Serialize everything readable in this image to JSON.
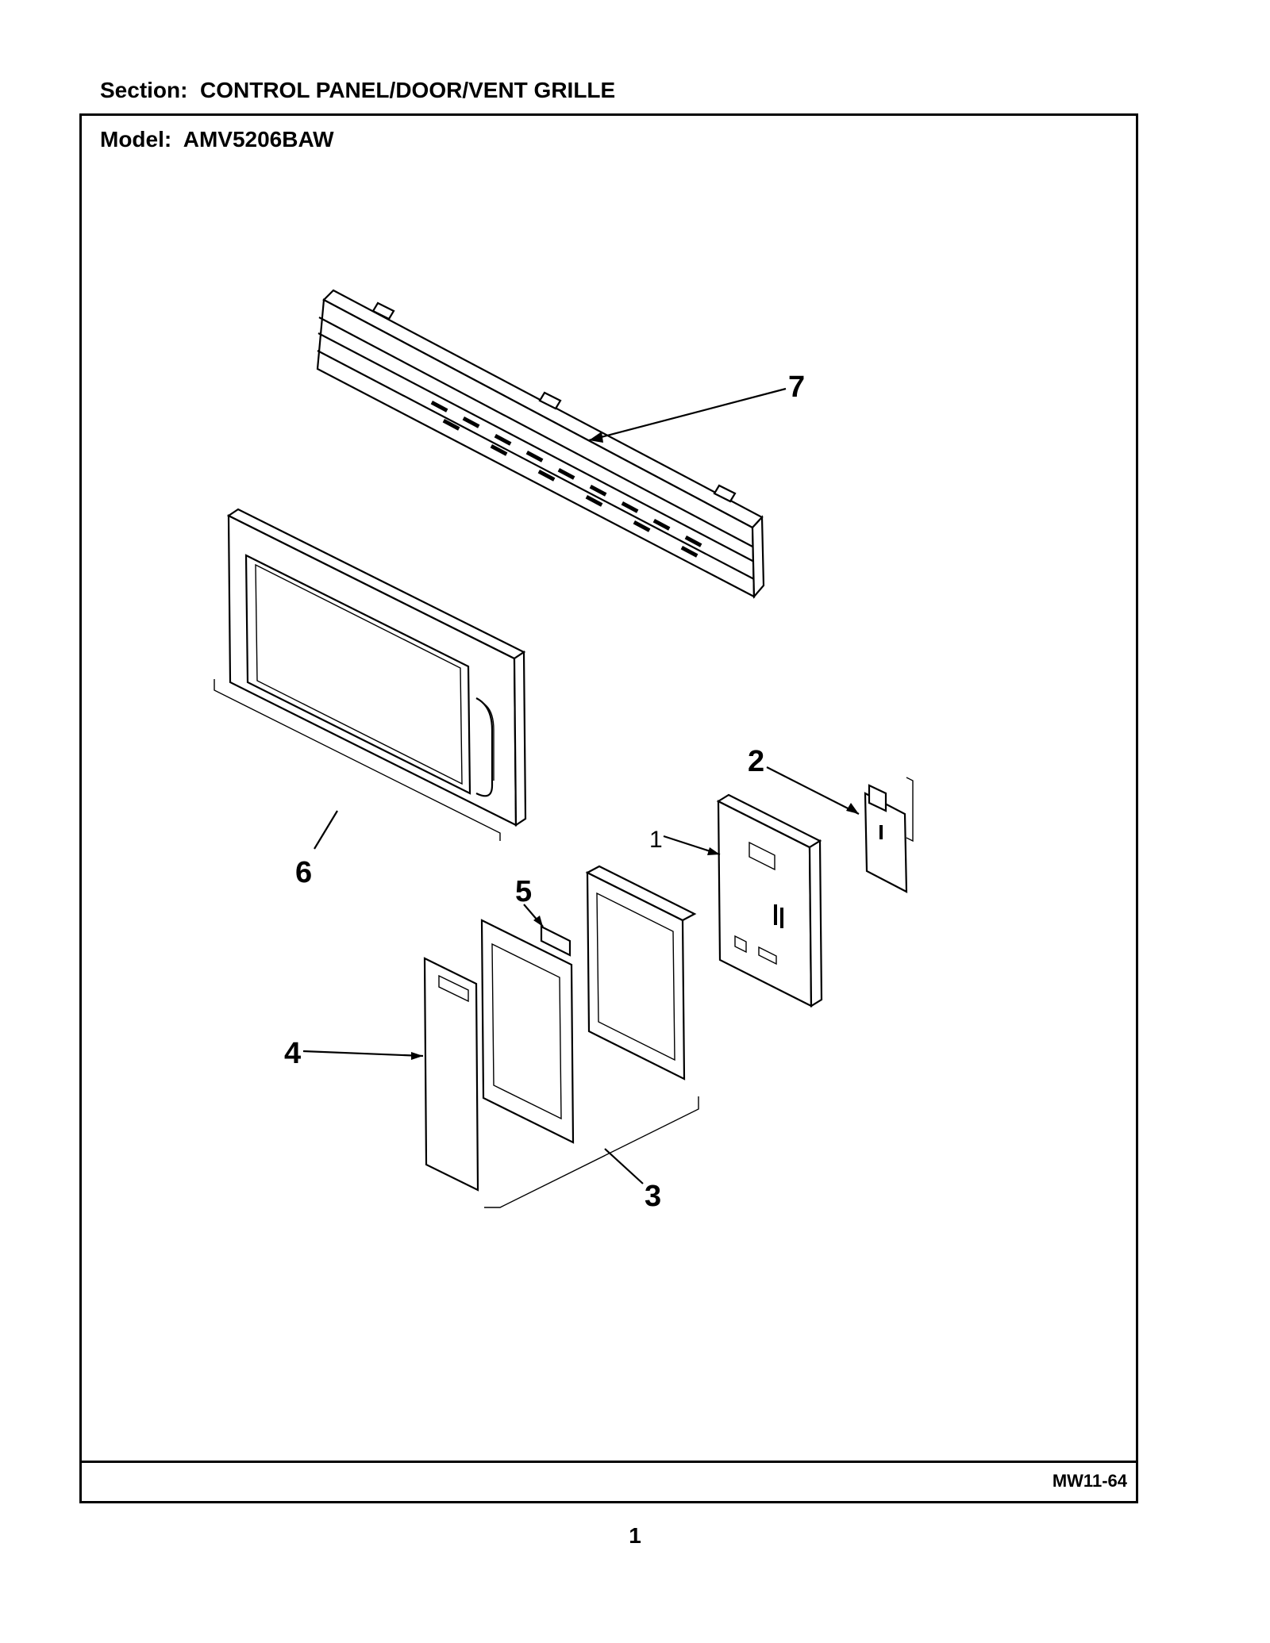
{
  "header": {
    "section": "Section:  CONTROL PANEL/DOOR/VENT GRILLE"
  },
  "frame": {
    "model": "Model:  AMV5206BAW",
    "code": "MW11-64"
  },
  "page": {
    "number": "1"
  },
  "callouts": {
    "c1": "1",
    "c2": "2",
    "c3": "3",
    "c4": "4",
    "c5": "5",
    "c6": "6",
    "c7": "7"
  }
}
